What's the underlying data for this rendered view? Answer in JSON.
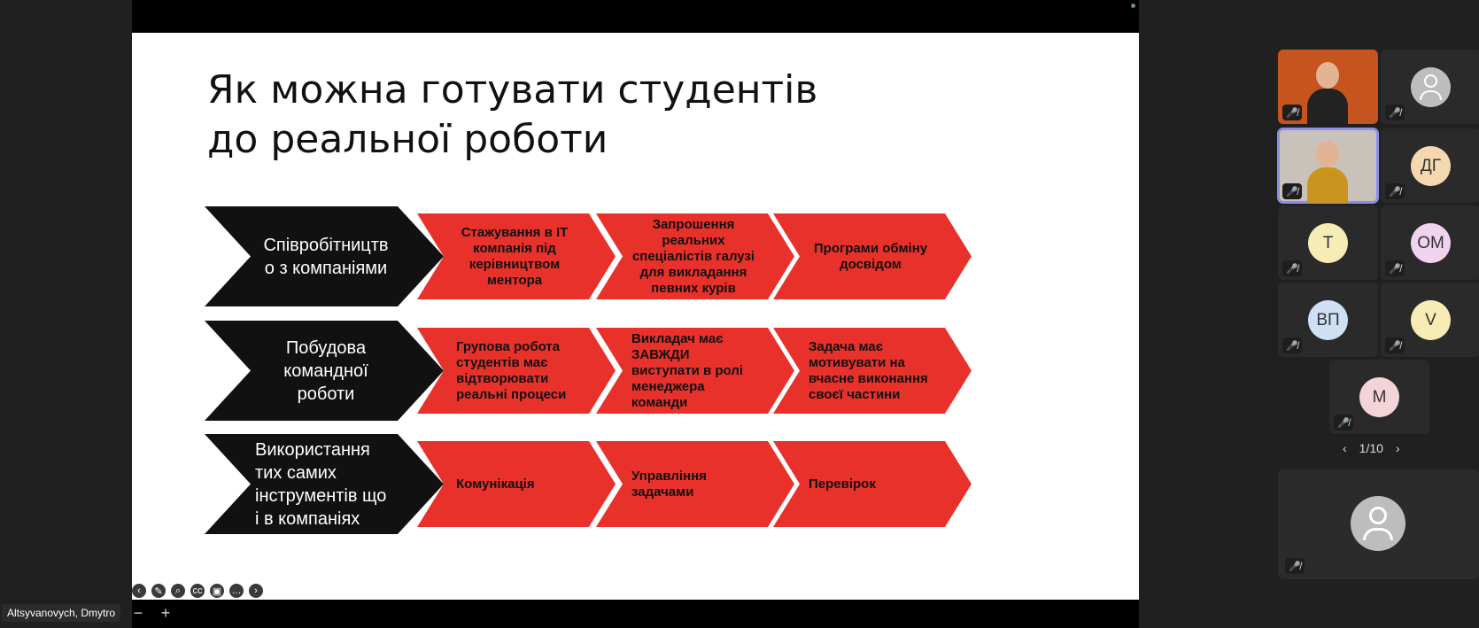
{
  "slide": {
    "title_line1": "Як можна готувати студентів",
    "title_line2": "до реальної роботи",
    "rows": [
      {
        "header": [
          "Співробітництв",
          "о з компаніями"
        ],
        "cells": [
          [
            "Стажування в IT",
            "компанія під",
            "керівництвом",
            "ментора"
          ],
          [
            "Запрошення",
            "реальних",
            "спеціалістів галузі",
            "для викладання",
            "певних курів"
          ],
          [
            "Програми обміну",
            "досвідом"
          ]
        ]
      },
      {
        "header": [
          "Побудова",
          "командної",
          "роботи"
        ],
        "cells": [
          [
            "Групова робота",
            "студентів має",
            "відтворювати",
            "реальні процеси"
          ],
          [
            "Викладач має",
            "ЗАВЖДИ",
            "виступати в ролі",
            "менеджера",
            "команди"
          ],
          [
            "Задача має",
            "мотивувати на",
            "вчасне виконання",
            "своєї частини"
          ]
        ]
      },
      {
        "header": [
          "Використання",
          "тих самих",
          "інструментів що",
          "і в компаніях"
        ],
        "cells": [
          [
            "Комунікація"
          ],
          [
            "Управління",
            "задачами"
          ],
          [
            "Перевірок"
          ]
        ]
      }
    ]
  },
  "presenter_name": "Altsyvanovych, Dmytro",
  "zoom_out_label": "−",
  "zoom_in_label": "+",
  "participants": [
    {
      "initials": "",
      "kind": "video",
      "avatar_color": "#c6541f"
    },
    {
      "initials": "",
      "kind": "person-icon",
      "avatar_color": "#bdbdbd"
    },
    {
      "initials": "",
      "kind": "video",
      "avatar_color": "#c9c2bb"
    },
    {
      "initials": "ДГ",
      "kind": "initials",
      "avatar_color": "#f6d8b0"
    },
    {
      "initials": "T",
      "kind": "initials",
      "avatar_color": "#f7ecb5"
    },
    {
      "initials": "ОМ",
      "kind": "initials",
      "avatar_color": "#f0d3ee"
    },
    {
      "initials": "ВП",
      "kind": "initials",
      "avatar_color": "#cfe0f5"
    },
    {
      "initials": "V",
      "kind": "initials",
      "avatar_color": "#f7ecb5"
    },
    {
      "initials": "M",
      "kind": "initials",
      "avatar_color": "#f3d4d8"
    }
  ],
  "pager": {
    "prev_icon": "chevron-left-icon",
    "label": "1/10",
    "next_icon": "chevron-right-icon"
  },
  "colors": {
    "accent_red": "#e8312a",
    "dark_chevron": "#111111",
    "active_tile_outline": "#8a8fe6"
  }
}
